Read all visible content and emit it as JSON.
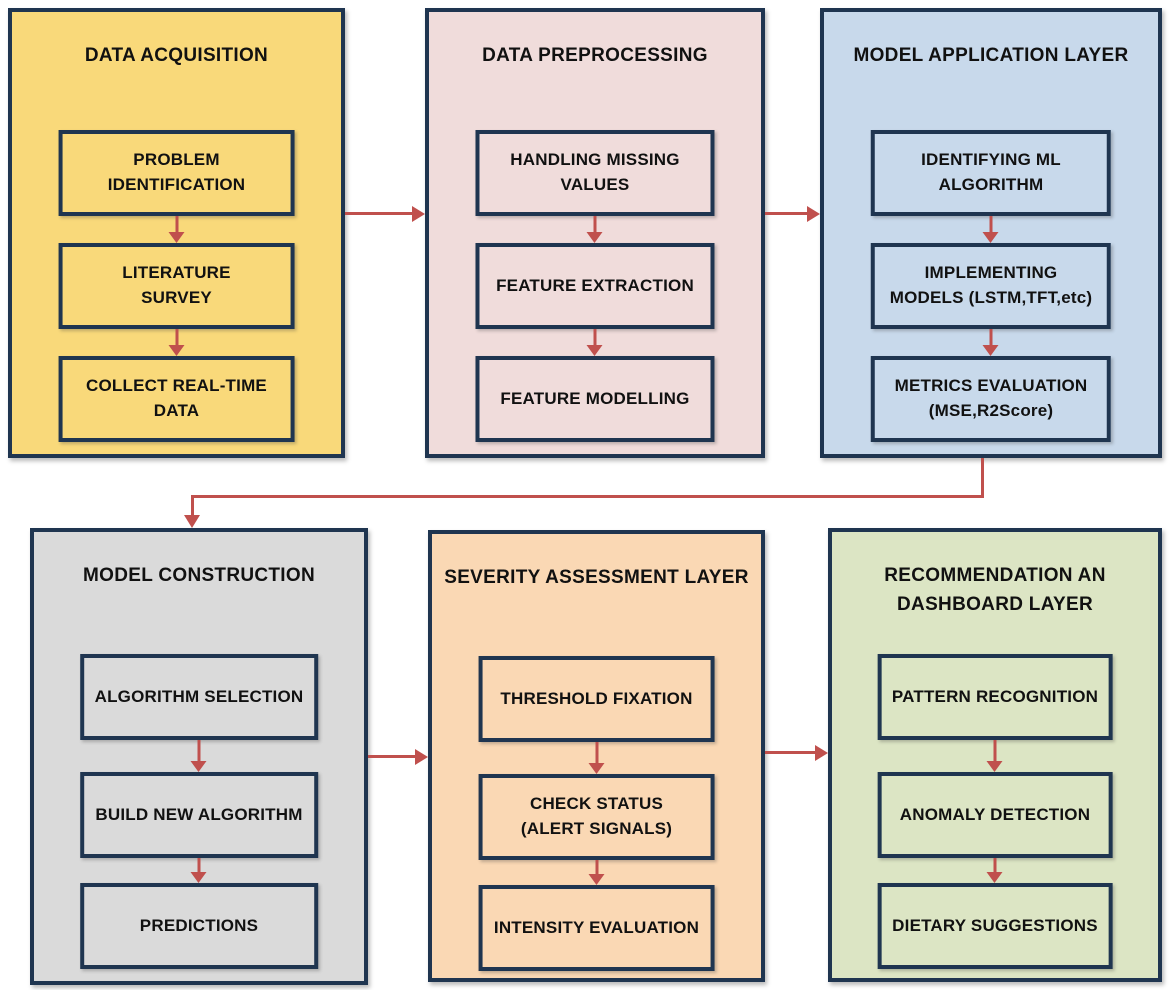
{
  "colors": {
    "border": "#1f3550",
    "arrow": "#c0504d",
    "text": "#111111",
    "background": "#ffffff"
  },
  "panels": [
    {
      "title": "DATA ACQUISITION",
      "bg": "#f9d97a",
      "steps": [
        "PROBLEM\nIDENTIFICATION",
        "LITERATURE\nSURVEY",
        "COLLECT REAL-TIME\nDATA"
      ]
    },
    {
      "title": "DATA PREPROCESSING",
      "bg": "#f0dcdb",
      "steps": [
        "HANDLING MISSING\nVALUES",
        "FEATURE EXTRACTION",
        "FEATURE MODELLING"
      ]
    },
    {
      "title": "MODEL APPLICATION LAYER",
      "bg": "#c8d9eb",
      "steps": [
        "IDENTIFYING ML\nALGORITHM",
        "IMPLEMENTING\nMODELS (LSTM,TFT,etc)",
        "METRICS EVALUATION\n(MSE,R2Score)"
      ]
    },
    {
      "title": "MODEL CONSTRUCTION",
      "bg": "#dadada",
      "steps": [
        "ALGORITHM SELECTION",
        "BUILD NEW ALGORITHM",
        "PREDICTIONS"
      ]
    },
    {
      "title": "SEVERITY ASSESSMENT LAYER",
      "bg": "#fad8b4",
      "steps": [
        "THRESHOLD FIXATION",
        "CHECK STATUS\n(ALERT SIGNALS)",
        "INTENSITY EVALUATION"
      ]
    },
    {
      "title": "RECOMMENDATION AN\nDASHBOARD LAYER",
      "bg": "#dce5c4",
      "steps": [
        "PATTERN RECOGNITION",
        "ANOMALY DETECTION",
        "DIETARY SUGGESTIONS"
      ]
    }
  ]
}
